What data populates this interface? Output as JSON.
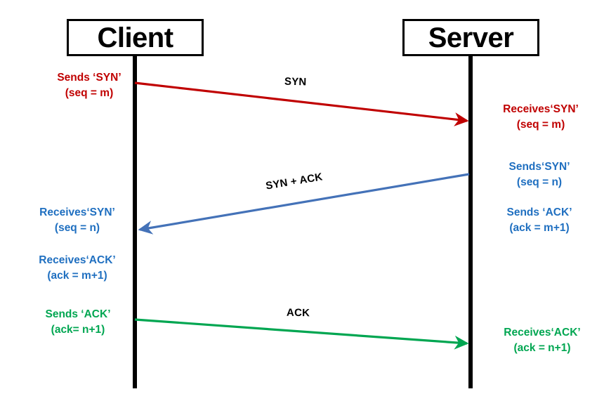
{
  "diagram": {
    "type": "tcp-three-way-handshake-sequence-diagram",
    "endpoints": {
      "client": {
        "label": "Client"
      },
      "server": {
        "label": "Server"
      }
    },
    "messages": [
      {
        "id": "syn",
        "label": "SYN",
        "color": "#C00000",
        "direction": "client-to-server"
      },
      {
        "id": "syn-ack",
        "label": "SYN + ACK",
        "color": "#4472B8",
        "direction": "server-to-client"
      },
      {
        "id": "ack",
        "label": "ACK",
        "color": "#00A651",
        "direction": "client-to-server"
      }
    ],
    "annotations": {
      "client_sends_syn": {
        "line1": "Sends ‘SYN’",
        "line2": "(seq = m)",
        "color": "#C00000"
      },
      "server_receives_syn": {
        "line1": "Receives‘SYN’",
        "line2": "(seq = m)",
        "color": "#C00000"
      },
      "server_sends_syn": {
        "line1": "Sends‘SYN’",
        "line2": "(seq = n)",
        "color": "#1F6FC0"
      },
      "server_sends_ack": {
        "line1": "Sends ‘ACK’",
        "line2": "(ack = m+1)",
        "color": "#1F6FC0"
      },
      "client_receives_syn": {
        "line1": "Receives‘SYN’",
        "line2": "(seq = n)",
        "color": "#1F6FC0"
      },
      "client_receives_ack": {
        "line1": "Receives‘ACK’",
        "line2": "(ack = m+1)",
        "color": "#1F6FC0"
      },
      "client_sends_ack": {
        "line1": "Sends ‘ACK’",
        "line2": "(ack= n+1)",
        "color": "#00A651"
      },
      "server_receives_ack": {
        "line1": "Receives‘ACK’",
        "line2": "(ack = n+1)",
        "color": "#00A651"
      }
    },
    "colors": {
      "red": "#C00000",
      "blue_text": "#1F6FC0",
      "blue_line": "#4472B8",
      "green": "#00A651",
      "black": "#000000",
      "background": "#FFFFFF"
    }
  }
}
